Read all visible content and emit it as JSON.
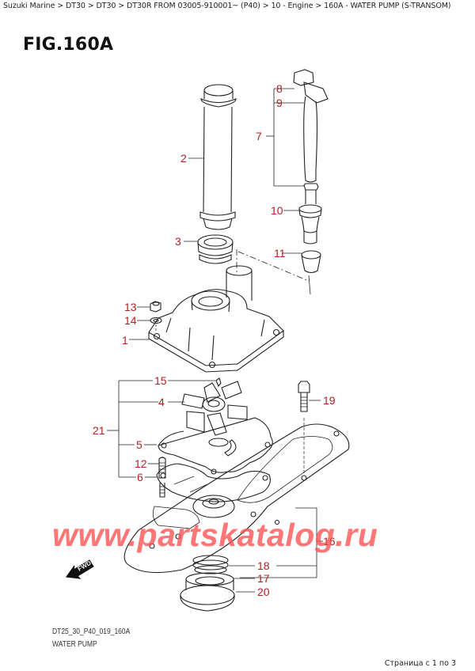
{
  "breadcrumb": {
    "text": "Suzuki Marine > DT30 > DT30 > DT30R FROM 03005-910001~ (P40) > 10 - Engine > 160A - WATER PUMP (S-TRANSOM)",
    "items": [
      "Suzuki Marine",
      "DT30",
      "DT30",
      "DT30R FROM 03005-910001~ (P40)",
      "10 - Engine",
      "160A - WATER PUMP (S-TRANSOM)"
    ]
  },
  "figure": {
    "title": "FIG.160A",
    "code": "DT25_30_P40_019_160A",
    "name": "WATER PUMP",
    "fwd_label": "FWD",
    "callout_color": "#b22222"
  },
  "callouts": {
    "c1": "1",
    "c2": "2",
    "c3": "3",
    "c4": "4",
    "c5": "5",
    "c6": "6",
    "c7": "7",
    "c8": "8",
    "c9": "9",
    "c10": "10",
    "c11": "11",
    "c12": "12",
    "c13": "13",
    "c14": "14",
    "c15": "15",
    "c16": "16",
    "c17": "17",
    "c18": "18",
    "c19": "19",
    "c20": "20",
    "c21": "21"
  },
  "watermark": {
    "text": "www.partskatalog.ru",
    "color": "#ff5050"
  },
  "pagination": {
    "text": "Страница с 1 по 3"
  }
}
